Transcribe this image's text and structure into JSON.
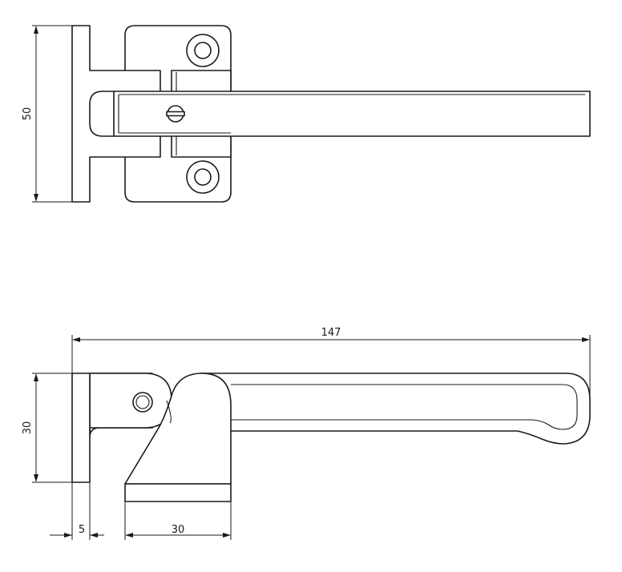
{
  "dimensions": {
    "top_height": "50",
    "side_height": "30",
    "overall_length": "147",
    "plate_thickness": "5",
    "base_width": "30"
  },
  "colors": {
    "line": "#1a1a1a",
    "background": "#ffffff"
  }
}
